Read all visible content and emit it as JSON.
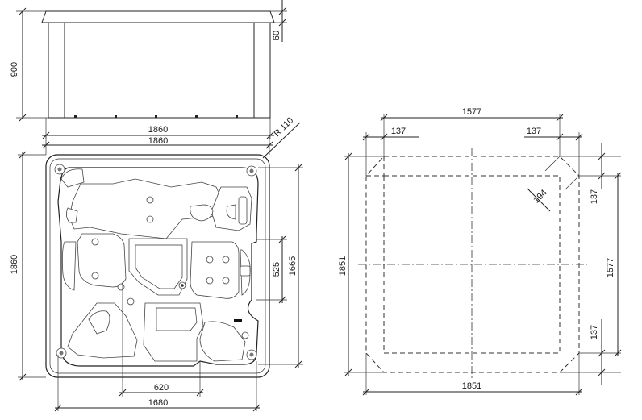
{
  "drawings": {
    "side_view": {
      "dimensions": {
        "height_total": "900",
        "rim": "60",
        "width": "1860"
      }
    },
    "top_view": {
      "dimensions": {
        "corner_radius": "R 110",
        "width": "1860",
        "depth": "1860",
        "inner_length": "1665",
        "seat_depth": "525",
        "footwell": "620",
        "inner_width": "1680"
      }
    },
    "floor_plan": {
      "dimensions": {
        "top_total": "1577",
        "top_left_inset": "137",
        "top_right_inset": "137",
        "chamfer": "194",
        "left_total": "1851",
        "right_top_inset": "137",
        "right_middle": "1577",
        "right_bottom_inset": "137",
        "bottom_total": "1851"
      }
    }
  }
}
